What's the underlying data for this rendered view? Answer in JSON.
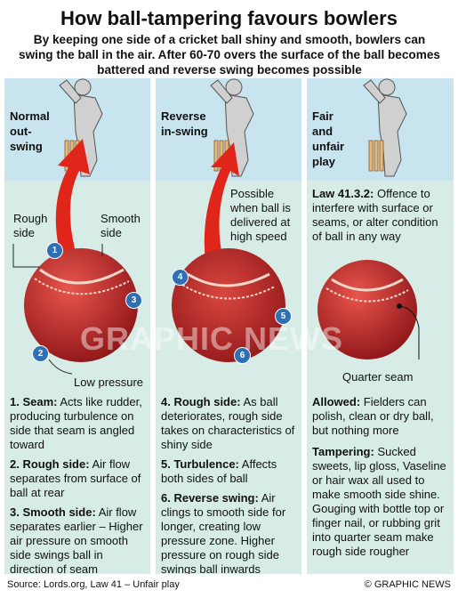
{
  "title": "How ball-tampering favours bowlers",
  "intro": "By keeping one side of a cricket ball shiny and smooth, bowlers can swing the ball in the air. After 60-70 overs the surface of the ball becomes battered and reverse swing becomes possible",
  "columns": [
    {
      "label_lines": [
        "Normal",
        "out-",
        "swing"
      ],
      "annotations": {
        "rough": "Rough side",
        "smooth": "Smooth side",
        "low": "Low pressure"
      },
      "markers": [
        "1",
        "2",
        "3"
      ],
      "items": [
        {
          "head": "1. Seam:",
          "body": " Acts like rudder, producing turbulence on side that seam is angled toward"
        },
        {
          "head": "2. Rough side:",
          "body": " Air flow separates from surface of ball at rear"
        },
        {
          "head": "3. Smooth side:",
          "body": " Air flow separates earlier – Higher air pressure on smooth side swings ball in direction of seam"
        }
      ]
    },
    {
      "label_lines": [
        "Reverse",
        "in-swing"
      ],
      "annotations": {
        "possible": "Possible when ball is delivered at high speed"
      },
      "markers": [
        "4",
        "5",
        "6"
      ],
      "items": [
        {
          "head": "4. Rough side:",
          "body": " As ball deteriorates, rough side takes on characteristics of shiny side"
        },
        {
          "head": "5. Turbulence:",
          "body": " Affects both sides of ball"
        },
        {
          "head": "6. Reverse swing:",
          "body": " Air clings to smooth side for longer, creating low pressure zone. Higher pressure on rough side swings ball inwards"
        }
      ]
    },
    {
      "label_lines": [
        "Fair",
        "and",
        "unfair",
        "play"
      ],
      "law": {
        "head": "Law 41.3.2:",
        "body": " Offence to interfere with surface or seams, or alter condition of ball in any way"
      },
      "annotations": {
        "quarter": "Quarter seam"
      },
      "items": [
        {
          "head": "Allowed:",
          "body": " Fielders can polish, clean or dry ball, but nothing more"
        },
        {
          "head": "Tampering:",
          "body": " Sucked sweets, lip gloss, Vaseline or hair wax all used to make smooth side shine. Gouging with bottle top or finger nail, or rubbing grit into quarter seam make rough side rougher"
        }
      ]
    }
  ],
  "source": "Source: Lords.org, Law 41 – Unfair play",
  "credit": "© GRAPHIC NEWS",
  "watermark": "GRAPHIC NEWS",
  "colors": {
    "arrow": "#e0251b",
    "ball": "#b8272a",
    "marker": "#2f6fb4",
    "panel_top": "#c7e4ef",
    "panel_bottom": "#d7ece7"
  }
}
